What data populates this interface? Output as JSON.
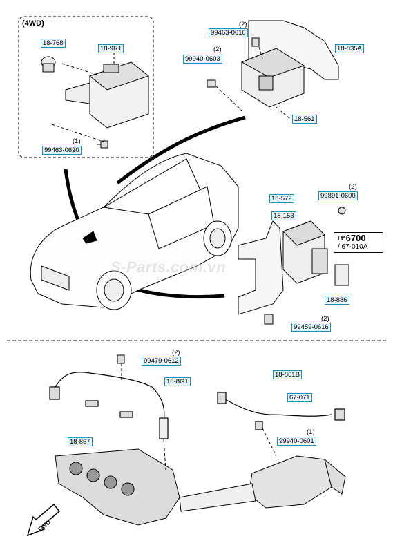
{
  "parts": [
    {
      "key": "p1",
      "label": "18-768"
    },
    {
      "key": "p2",
      "label": "18-9R1"
    },
    {
      "key": "p3",
      "label": "99463-0620",
      "qty": "(1)"
    },
    {
      "key": "p4",
      "label": "99463-0616",
      "qty": "(2)"
    },
    {
      "key": "p5",
      "label": "99940-0603",
      "qty": "(2)"
    },
    {
      "key": "p6",
      "label": "18-835A"
    },
    {
      "key": "p7",
      "label": "18-561"
    },
    {
      "key": "p8",
      "label": "18-572"
    },
    {
      "key": "p9",
      "label": "99891-0600",
      "qty": "(2)"
    },
    {
      "key": "p10",
      "label": "18-153"
    },
    {
      "key": "p11",
      "label": "18-886"
    },
    {
      "key": "p12",
      "label": "99459-0616",
      "qty": "(2)"
    },
    {
      "key": "p13",
      "label": "99479-0612",
      "qty": "(2)"
    },
    {
      "key": "p14",
      "label": "18-8G1"
    },
    {
      "key": "p15",
      "label": "18-867"
    },
    {
      "key": "p16",
      "label": "18-861B"
    },
    {
      "key": "p17",
      "label": "67-071"
    },
    {
      "key": "p18",
      "label": "99940-0601",
      "qty": "(1)"
    }
  ],
  "variant_label": "(4WD)",
  "ref_box": {
    "line1": "☞6700",
    "line2": "/ 67-010A"
  },
  "watermark": "S-Parts.com.vn",
  "fwd_label": "FWD",
  "colors": {
    "label_border": "#1b8fc0",
    "label_fill": "#e6f4fb",
    "line": "#000000"
  }
}
